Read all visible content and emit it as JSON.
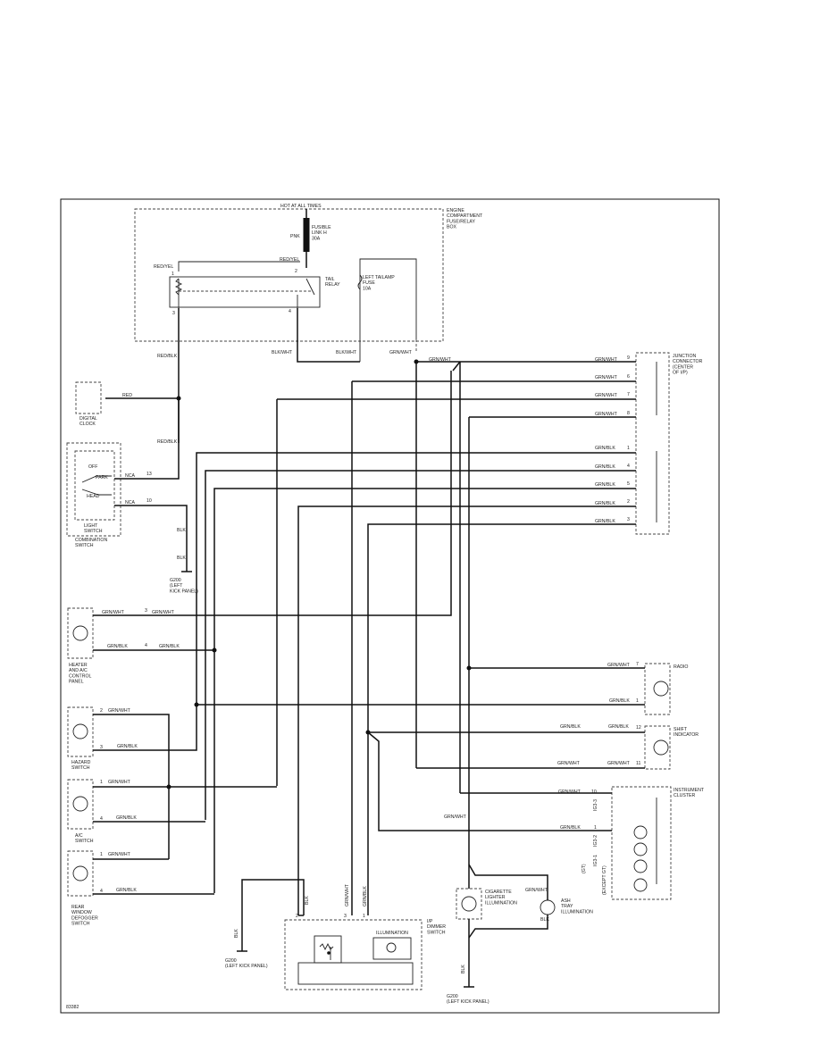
{
  "diagram": {
    "code": "83382",
    "engine_box": {
      "title": "ENGINE\nCOMPARTMENT\nFUSE/RELAY\nBOX",
      "hot_label": "HOT AT ALL TIMES",
      "fusible_link": "FUSIBLE\nLINK H\n30A",
      "taillamp_fuse": "LEFT TAILAMP\nFUSE\n10A",
      "relay": "TAIL\nRELAY"
    },
    "junction_connector": {
      "title": "JUNCTION\nCONNECTOR\n(CENTER\nOF I/P)"
    },
    "digital_clock": "DIGITAL\nCLOCK",
    "light_switch": {
      "title": "LIGHT\nSWITCH",
      "subtitle": "COMBINATION\nSWITCH",
      "positions": [
        "OFF",
        "PARK",
        "HEAD"
      ]
    },
    "ground_left_kick": "G200\n(LEFT\nKICK PANEL)",
    "ground_bottom_left": "G200\n(LEFT KICK PANEL)",
    "ground_bottom_center": "G200\n(LEFT KICK PANEL)",
    "heater_panel": "HEATER\nAND A/C\nCONTROL\nPANEL",
    "hazard_switch": "HAZARD\nSWITCH",
    "ac_switch": "A/C\nSWITCH",
    "rear_defogger": "REAR\nWINDOW\nDEFOGGER\nSWITCH",
    "radio": "RADIO",
    "shift_indicator": "SHIFT\nINDICATOR",
    "instrument_cluster": {
      "title": "INSTRUMENT\nCLUSTER",
      "note": "(EXCEPT GT)",
      "note2": "(GT)"
    },
    "cigarette_lighter": "CIGARETTE\nLIGHTER\nILLUMINATION",
    "ash_tray": "ASH\nTRAY\nILLUMINATION",
    "ip_dimmer": "I/P\nDIMMER\nSWITCH",
    "illumination": "ILLUMINATION",
    "wire_labels": {
      "pnk": "PNK",
      "red_yel": "RED/YEL",
      "red_blk": "RED/BLK",
      "red": "RED",
      "blk_wht": "BLK/WHT",
      "grn_wht": "GRN/WHT",
      "grn_blk": "GRN/BLK",
      "nca": "NCA",
      "blk": "BLK"
    },
    "pins": {
      "relay": [
        "1",
        "2",
        "3",
        "4"
      ],
      "light_switch": [
        "13",
        "10"
      ],
      "jc_top": [
        "9",
        "6",
        "7",
        "8"
      ],
      "jc_bottom": [
        "1",
        "4",
        "5",
        "2",
        "3"
      ],
      "heater": [
        "3",
        "4"
      ],
      "hazard": [
        "2",
        "3"
      ],
      "ac": [
        "1",
        "4"
      ],
      "defog": [
        "1",
        "4"
      ],
      "radio": [
        "7",
        "1"
      ],
      "shift": [
        "12",
        "11"
      ],
      "cluster": [
        "10",
        "1"
      ],
      "dimmer": [
        "2",
        "3",
        "1"
      ],
      "cluster_codes": [
        "IG3-3",
        "IG3-2",
        "IG3-1"
      ]
    }
  }
}
